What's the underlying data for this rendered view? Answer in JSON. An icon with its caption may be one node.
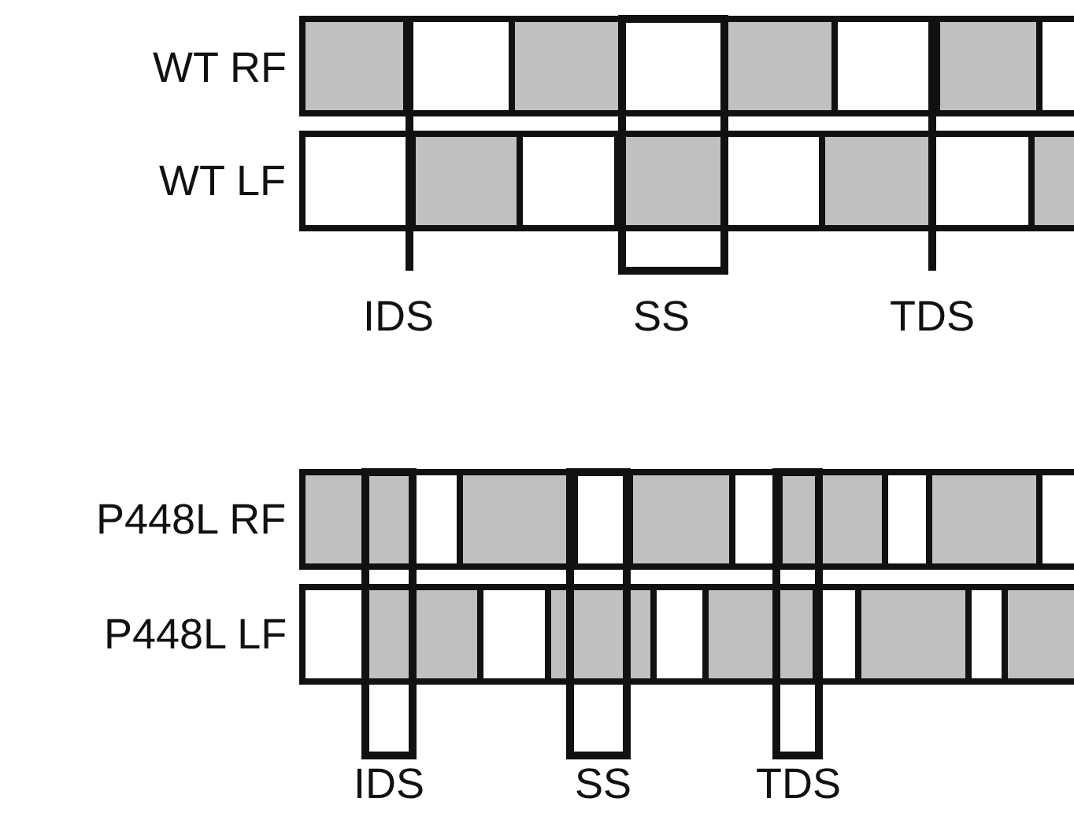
{
  "diagram": {
    "labels": [
      "WT RF",
      "WT LF",
      "IDS",
      "SS",
      "TDS",
      "P448L RF",
      "P448L LF",
      "IDS",
      "SS",
      "TDS"
    ]
  }
}
